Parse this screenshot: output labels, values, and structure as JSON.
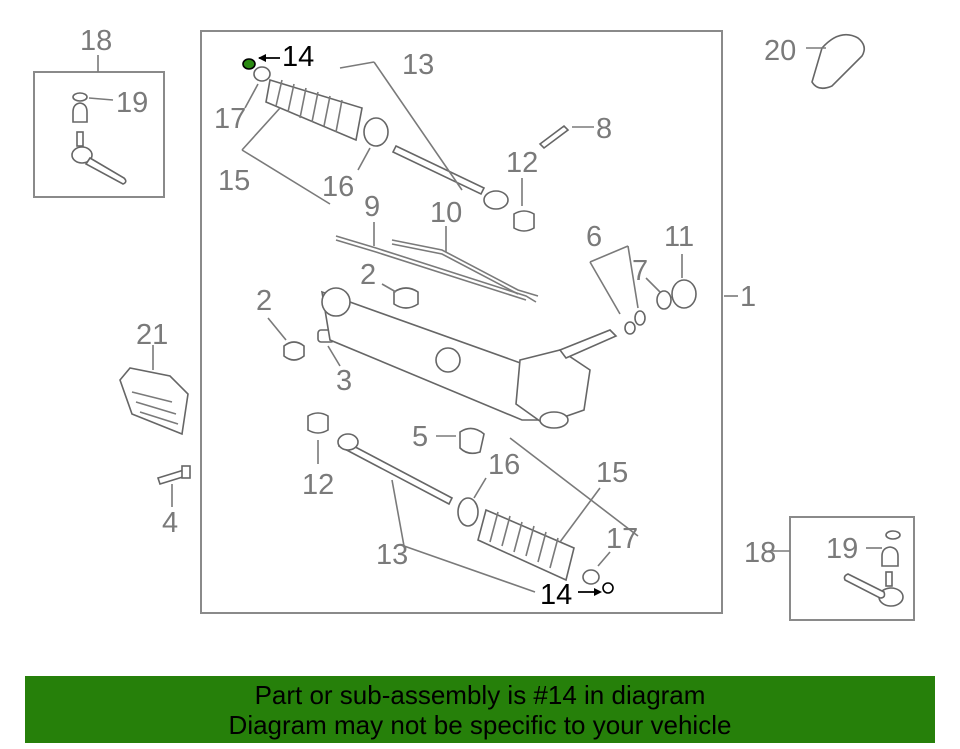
{
  "callouts": {
    "c1": "1",
    "c2a": "2",
    "c2b": "2",
    "c3": "3",
    "c4": "4",
    "c5": "5",
    "c6": "6",
    "c7": "7",
    "c8": "8",
    "c9": "9",
    "c10": "10",
    "c11": "11",
    "c12a": "12",
    "c12b": "12",
    "c13a": "13",
    "c13b": "13",
    "c14a": "14",
    "c14b": "14",
    "c15a": "15",
    "c15b": "15",
    "c16a": "16",
    "c16b": "16",
    "c17a": "17",
    "c17b": "17",
    "c18a": "18",
    "c18b": "18",
    "c19a": "19",
    "c19b": "19",
    "c20": "20",
    "c21": "21"
  },
  "banner": {
    "line1": "Part or sub-assembly is #14 in diagram",
    "line2": "Diagram may not be specific to your vehicle",
    "color": "#26800a"
  },
  "colors": {
    "highlight_part": "#2a8a12",
    "label_gray": "#7a7a7a",
    "highlight_label": "#000000"
  }
}
